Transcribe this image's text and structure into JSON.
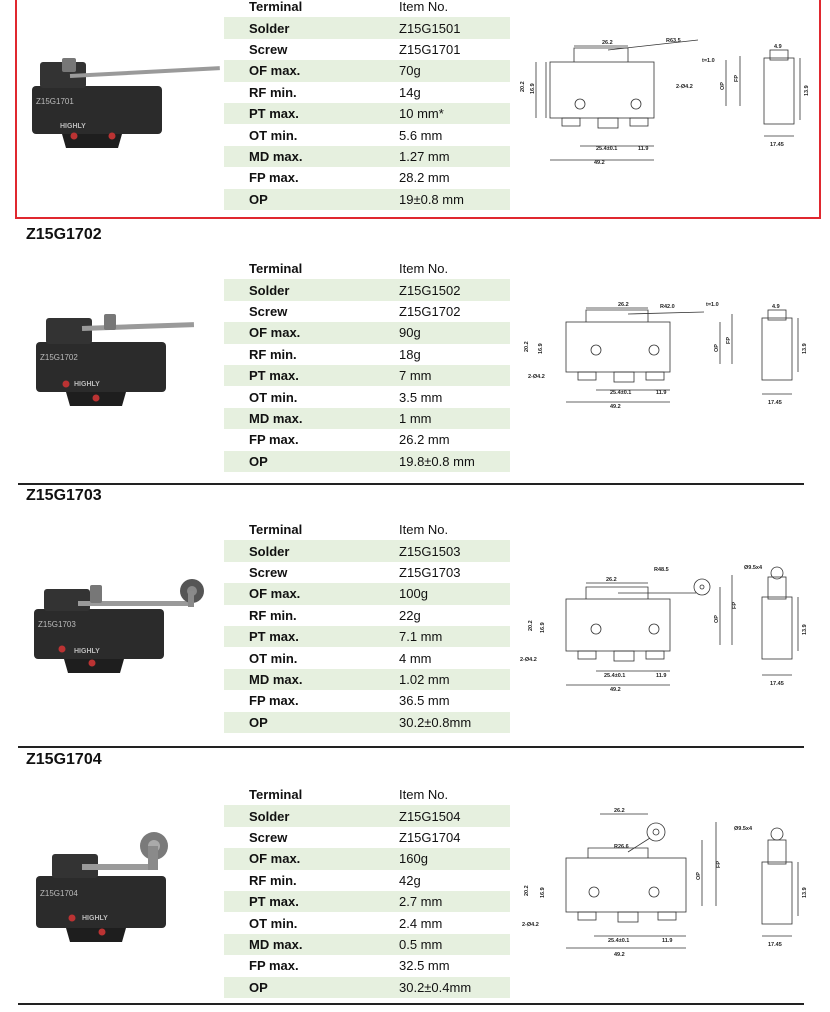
{
  "header_terminal": "Terminal",
  "header_item_no": "Item No.",
  "labels": {
    "solder": "Solder",
    "screw": "Screw",
    "of": "OF max.",
    "rf": "RF min.",
    "pt": "PT max.",
    "ot": "OT min.",
    "md": "MD max.",
    "fp": "FP max.",
    "op": "OP"
  },
  "products": [
    {
      "title": "",
      "solder": "Z15G1501",
      "screw": "Z15G1701",
      "of": "70g",
      "rf": "14g",
      "pt": "10 mm*",
      "ot": "5.6 mm",
      "md": "1.27 mm",
      "fp": "28.2 mm",
      "op": "19±0.8 mm",
      "body_print": "Z15G1701",
      "radius": "R63.5",
      "thickness": "t=1.0",
      "hole": "2-Ø4.2"
    },
    {
      "title": "Z15G1702",
      "solder": "Z15G1502",
      "screw": "Z15G1702",
      "of": "90g",
      "rf": "18g",
      "pt": "7 mm",
      "ot": "3.5 mm",
      "md": "1 mm",
      "fp": "26.2 mm",
      "op": "19.8±0.8 mm",
      "body_print": "Z15G1702",
      "radius": "R42.0",
      "thickness": "t=1.0",
      "hole": "2-Ø4.2"
    },
    {
      "title": "Z15G1703",
      "solder": "Z15G1503",
      "screw": "Z15G1703",
      "of": "100g",
      "rf": "22g",
      "pt": "7.1 mm",
      "ot": "4 mm",
      "md": "1.02 mm",
      "fp": "36.5 mm",
      "op": "30.2±0.8mm",
      "body_print": "Z15G1703",
      "radius": "R48.5",
      "roller": "Ø9.5x4",
      "hole": "2-Ø4.2"
    },
    {
      "title": "Z15G1704",
      "solder": "Z15G1504",
      "screw": "Z15G1704",
      "of": "160g",
      "rf": "42g",
      "pt": "2.7 mm",
      "ot": "2.4 mm",
      "md": "0.5 mm",
      "fp": "32.5 mm",
      "op": "30.2±0.4mm",
      "body_print": "Z15G1704",
      "radius": "R26.6",
      "roller": "Ø9.5x4",
      "hole": "2-Ø4.2"
    }
  ],
  "dims": {
    "top": "26.2",
    "height_outer": "20.2",
    "height_inner": "16.9",
    "pitch": "25.4±0.1",
    "offset": "11.9",
    "length": "49.2",
    "side_width": "17.45",
    "side_height": "13.9",
    "side_top": "4.9",
    "op": "OP",
    "fp": "FP"
  },
  "brand": "HIGHLY",
  "colors": {
    "highlight_border": "#e0282f",
    "row_shade": "#e6f0df",
    "switch_body": "#2b2b2b"
  }
}
